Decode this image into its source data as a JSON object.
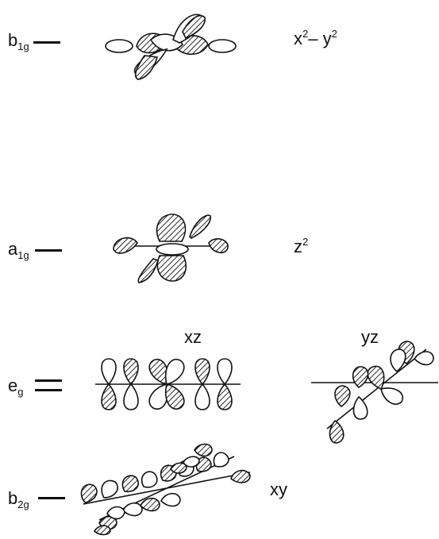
{
  "levels": [
    {
      "symbol": "b",
      "subscript": "1g",
      "orbital_sym": "x",
      "sup1": "2",
      "mid": "– y",
      "sup2": "2"
    },
    {
      "symbol": "a",
      "subscript": "1g",
      "orbital_sym": "z",
      "sup1": "2"
    },
    {
      "symbol": "e",
      "subscript": "g",
      "left_label": "xz",
      "right_label": "yz"
    },
    {
      "symbol": "b",
      "subscript": "2g",
      "orbital_label": "xy"
    }
  ]
}
